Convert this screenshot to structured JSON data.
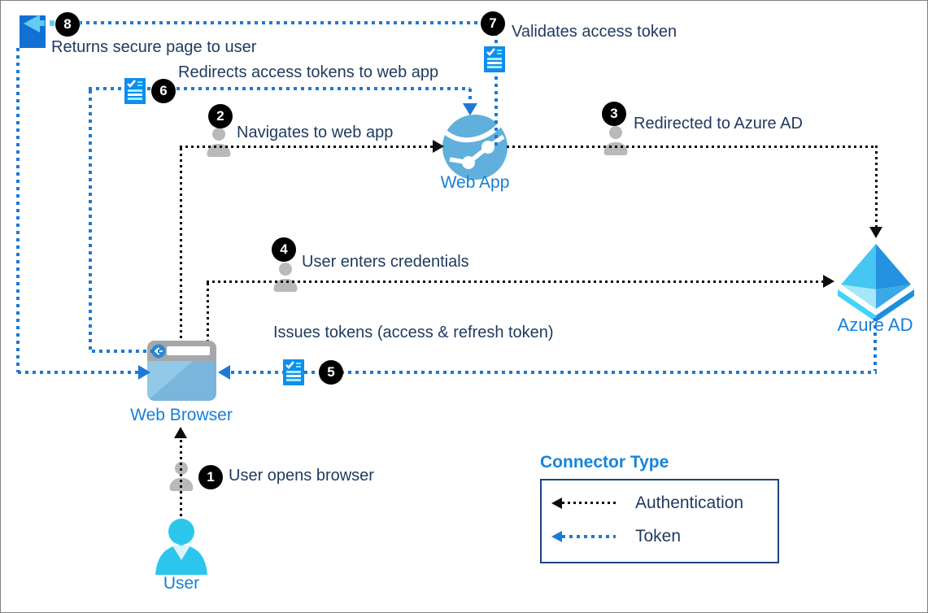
{
  "nodes": {
    "user": {
      "label": "User"
    },
    "browser": {
      "label": "Web Browser"
    },
    "webapp": {
      "label": "Web App"
    },
    "azuread": {
      "label": "Azure AD"
    }
  },
  "steps": [
    {
      "num": "1",
      "label": "User opens browser"
    },
    {
      "num": "2",
      "label": "Navigates to web app"
    },
    {
      "num": "3",
      "label": "Redirected to Azure AD"
    },
    {
      "num": "4",
      "label": "User enters credentials"
    },
    {
      "num": "5",
      "label": "Issues tokens (access & refresh token)"
    },
    {
      "num": "6",
      "label": "Redirects access tokens to web app"
    },
    {
      "num": "7",
      "label": "Validates access token"
    },
    {
      "num": "8",
      "label": "Returns secure page to user"
    }
  ],
  "legend": {
    "title": "Connector Type",
    "items": [
      {
        "label": "Authentication",
        "color": "#0d0d0d",
        "style": "dotted"
      },
      {
        "label": "Token",
        "color": "#1d79d6",
        "style": "dotted"
      }
    ]
  },
  "colors": {
    "authentication_line": "#0d0d0d",
    "token_line": "#1d79d6",
    "accent_cyan": "#63ccf2",
    "node_label_blue": "#177fd9",
    "step_text_navy": "#1e3a5f",
    "legend_title_blue": "#1585d8"
  }
}
